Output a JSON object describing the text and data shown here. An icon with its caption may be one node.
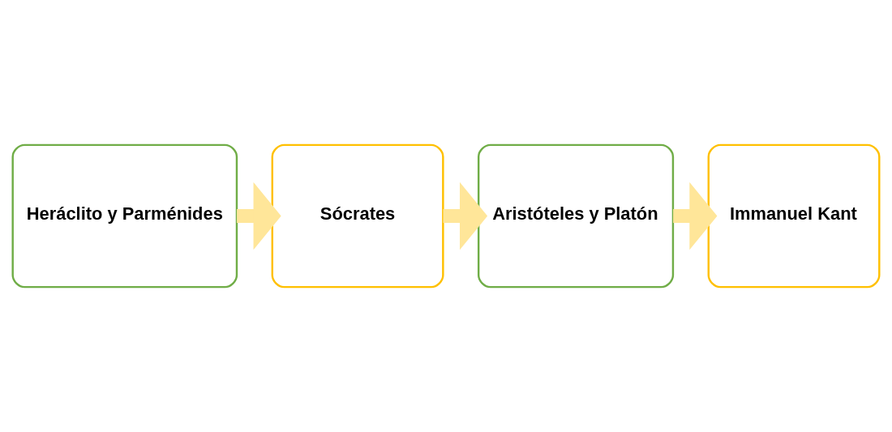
{
  "diagram": {
    "nodes": [
      {
        "text": [
          "Heráclito y Parménides"
        ]
      },
      {
        "text": [
          "Sócrates"
        ]
      },
      {
        "text": [
          "Aristóteles y Platón"
        ]
      },
      {
        "text": [
          "Immanuel Kant"
        ]
      }
    ],
    "edges": [
      {
        "from": 0,
        "to": 1,
        "arrow": "to"
      },
      {
        "from": 1,
        "to": 2,
        "arrow": "to"
      },
      {
        "from": 2,
        "to": 3,
        "arrow": "to"
      }
    ]
  }
}
